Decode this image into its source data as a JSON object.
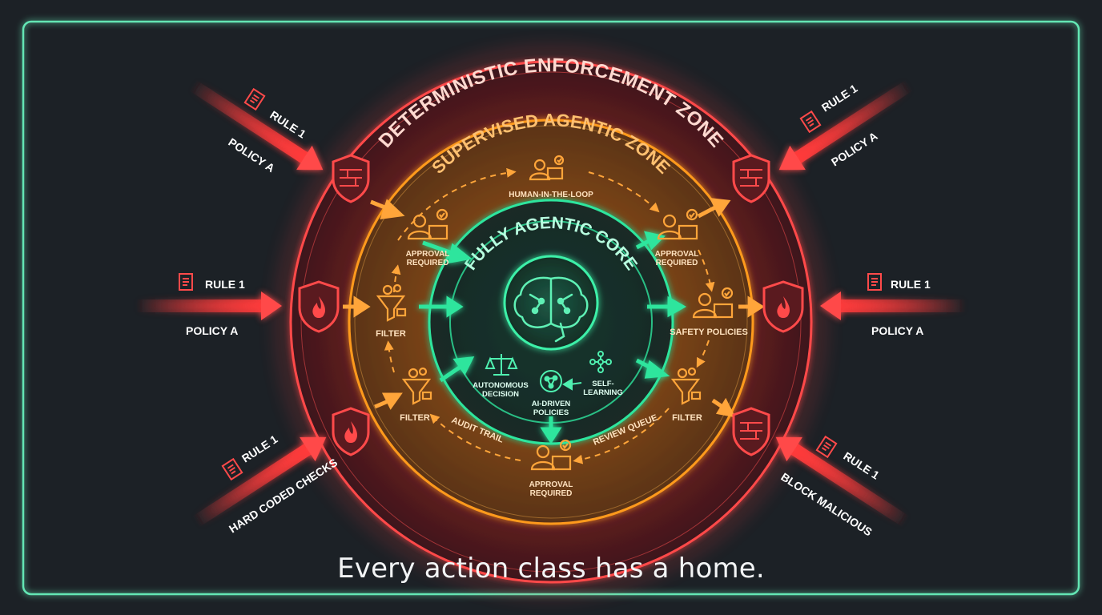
{
  "zones": {
    "outer_title": "DETERMINISTIC ENFORCEMENT ZONE",
    "middle_title": "SUPERVISED AGENTIC ZONE",
    "core_title": "FULLY AGENTIC CORE"
  },
  "middle_nodes": {
    "top": "HUMAN-IN-THE-LOOP",
    "upper_left_line1": "APPROVAL",
    "upper_left_line2": "REQUIRED",
    "upper_right_line1": "APPROVAL",
    "upper_right_line2": "REQUIRED",
    "left_filter": "FILTER",
    "right": "SAFETY POLICIES",
    "lower_left_filter": "FILTER",
    "lower_right_filter": "FILTER",
    "bottom_line1": "APPROVAL",
    "bottom_line2": "REQUIRED",
    "arc_left": "AUDIT TRAIL",
    "arc_right": "REVIEW QUEUE"
  },
  "core_nodes": {
    "left_line1": "AUTONOMOUS",
    "left_line2": "DECISION",
    "center_line1": "AI-DRIVEN",
    "center_line2": "POLICIES",
    "right_line1": "SELF-",
    "right_line2": "LEARNING"
  },
  "inputs": {
    "top_left_rule": "RULE 1",
    "top_left_policy": "POLICY A",
    "mid_left_rule": "RULE 1",
    "mid_left_policy": "POLICY A",
    "bottom_left_rule": "RULE 1",
    "bottom_left_policy": "HARD CODED CHECKS",
    "top_right_rule": "RULE 1",
    "top_right_policy": "POLICY A",
    "mid_right_rule": "RULE 1",
    "mid_right_policy": "POLICY A",
    "bottom_right_rule": "RULE 1",
    "bottom_right_policy": "BLOCK MALICIOUS"
  },
  "caption": "Every action class has a home.",
  "colors": {
    "background": "#1c2126",
    "frame": "#63e6b4",
    "red_zone": "#ff3b3b",
    "orange_zone": "#ff9a1f",
    "green_core": "#2ee59d",
    "text": "#ffffff"
  },
  "icons": [
    "shield-brick-icon",
    "shield-fire-icon",
    "funnel-gear-icon",
    "user-check-icon",
    "brain-circuit-icon",
    "scales-icon",
    "network-icon",
    "document-icon"
  ]
}
